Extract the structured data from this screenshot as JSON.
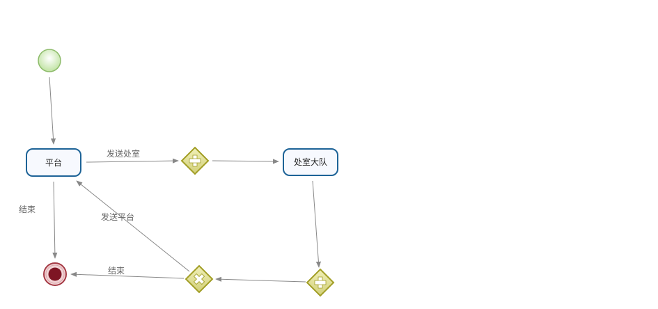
{
  "diagram": {
    "type": "bpmn-process",
    "nodes": {
      "start": {
        "kind": "start-event"
      },
      "task_platform": {
        "kind": "user-task",
        "label": "平台"
      },
      "gateway_parallel_1": {
        "kind": "parallel-gateway"
      },
      "task_division": {
        "kind": "user-task",
        "label": "处室大队"
      },
      "gateway_parallel_2": {
        "kind": "parallel-gateway"
      },
      "gateway_exclusive": {
        "kind": "exclusive-gateway"
      },
      "end": {
        "kind": "end-event"
      }
    },
    "flows": {
      "start_to_platform": {
        "from": "start",
        "to": "task_platform",
        "label": ""
      },
      "platform_to_gw1": {
        "from": "task_platform",
        "to": "gateway_parallel_1",
        "label": "发送处室"
      },
      "gw1_to_division": {
        "from": "gateway_parallel_1",
        "to": "task_division",
        "label": ""
      },
      "division_to_gw2": {
        "from": "task_division",
        "to": "gateway_parallel_2",
        "label": ""
      },
      "gw2_to_exclusive": {
        "from": "gateway_parallel_2",
        "to": "gateway_exclusive",
        "label": ""
      },
      "exclusive_to_platform": {
        "from": "gateway_exclusive",
        "to": "task_platform",
        "label": "发送平台"
      },
      "exclusive_to_end": {
        "from": "gateway_exclusive",
        "to": "end",
        "label": "结束"
      },
      "platform_to_end": {
        "from": "task_platform",
        "to": "end",
        "label": "结束"
      }
    },
    "icons": {
      "start": "start-event-icon",
      "end": "end-event-icon",
      "parallel": "plus-icon",
      "exclusive": "x-icon"
    },
    "colors": {
      "start_fill": "#cfeab5",
      "start_stroke": "#8dbb6a",
      "task_fill": "#f7f9fe",
      "task_stroke": "#1d6397",
      "gateway_fill": "#e3e29a",
      "gateway_stroke": "#a29e26",
      "gateway_mark": "#ffffff",
      "end_outer": "#f2d3d5",
      "end_ring": "#a53a45",
      "end_inner": "#7e1524",
      "flow": "#888888",
      "flow_label": "#666666"
    }
  }
}
